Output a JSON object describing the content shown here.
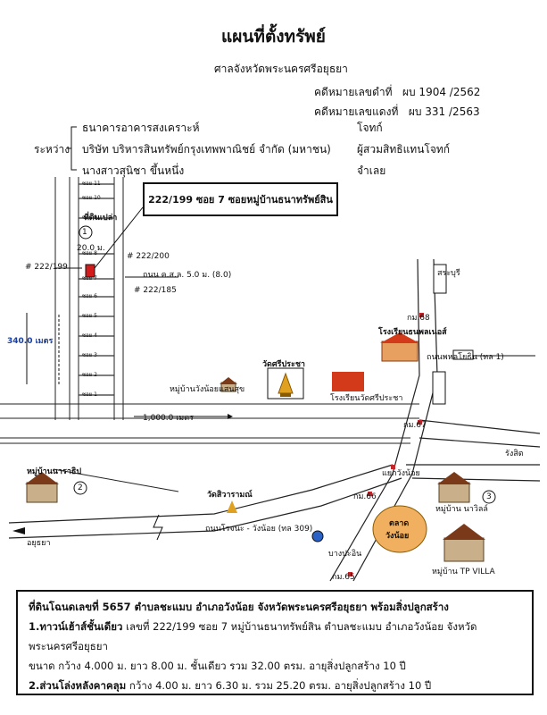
{
  "header": {
    "title": "แผนที่ตั้งทรัพย์",
    "court": "ศาลจังหวัดพระนครศรีอยุธยา",
    "case_black_label": "คดีหมายเลขดำที่",
    "case_black_value": "ผบ 1904 /2562",
    "case_red_label": "คดีหมายเลขแดงที่",
    "case_red_value": "ผบ  331 /2563"
  },
  "parties": {
    "between_label": "ระหว่าง",
    "list": [
      {
        "name": "ธนาคารอาคารสงเคราะห์",
        "role": "โจทก์"
      },
      {
        "name": "บริษัท บริหารสินทรัพย์กรุงเทพพาณิชย์ จำกัด (มหาชน)",
        "role": "ผู้สวมสิทธิแทนโจทก์"
      },
      {
        "name": "นางสาวสุนิชา  ขึ้นหนึ่ง",
        "role": "จำเลย"
      }
    ]
  },
  "map": {
    "callout": "222/199  ซอย 7 ซอยหมู่บ้านธนาทรัพย์สิน",
    "labels": {
      "empty_land": "ที่ดินเปล่า",
      "plot_main": "# 222/199",
      "plot_200": "# 222/200",
      "plot_185": "# 222/185",
      "road_width": "ถนน ค.ส.ล. 5.0 ม. (8.0)",
      "dist_340": "340.0 เมตร",
      "dist_1000": "1,000.0 เมตร",
      "village_house": "หมู่บ้านวังน้อยแสนสุข",
      "temple": "วัดศรีประชา",
      "school": "โรงเรียนธนพลเนอส์",
      "school2": "โรงเรียนวัดศรีประชา",
      "village_left": "หมู่บ้านนาราธิป",
      "temple2": "วัดสิวารามณ์",
      "road_rojana": "ถนนโรจนะ - วังน้อย (ทล 309)",
      "to_ayutthaya": "อยุธยา",
      "to_saraburi": "สระบุรี",
      "km68": "กม.68",
      "km67": "กม.67",
      "km66": "กม.66",
      "km65": "กม.65",
      "market": "ตลาด",
      "market2": "วังน้อย",
      "village_right": "หมู่บ้าน นาวิลล์",
      "village_tp": "หมู่บ้าน TP VILLA",
      "junction": "แยกวังน้อย",
      "to_bangpain": "บางปะอิน",
      "to_rangsit": "รังสิต",
      "phahon": "ถนนพหลโยธิน (ทล 1)",
      "num3": "3",
      "num2": "2",
      "num1": "1",
      "w_width": "20.0 ม.",
      "soi_labels": [
        "ซอย 11",
        "ซอย 10",
        "ซอย 9",
        "ซอย 8",
        "ซอย 7",
        "ซอย 6",
        "ซอย 5",
        "ซอย 4",
        "ซอย 3",
        "ซอย 2",
        "ซอย 1"
      ]
    }
  },
  "info": {
    "line1": "ที่ดินโฉนดเลขที่ 5657   ตำบลชะแมบ  อำเภอวังน้อย  จังหวัดพระนครศรีอยุธยา   พร้อมสิ่งปลูกสร้าง",
    "line2_bold": "1.ทาวน์เฮ้าส์ชั้นเดียว",
    "line2_rest": " เลขที่  222/199  ซอย 7 หมู่บ้านธนาทรัพย์สิน  ตำบลชะแมบ  อำเภอวังน้อย  จังหวัดพระนครศรีอยุธยา",
    "line3": "ขนาด กว้าง  4.000 ม.  ยาว  8.00   ม.  ชั้นเดียว  รวม  32.00  ตรม.  อายุสิ่งปลูกสร้าง  10  ปี",
    "line4_bold": "2.ส่วนโล่งหลังคาคลุม",
    "line4_rest": "  กว้าง  4.00 ม.  ยาว  6.30  ม.  รวม  25.20  ตรม.  อายุสิ่งปลูกสร้าง  10  ปี"
  },
  "colors": {
    "plot": "#d21b1b",
    "temple": "#e0a020",
    "market": "#f0b060",
    "text": "#111111"
  }
}
